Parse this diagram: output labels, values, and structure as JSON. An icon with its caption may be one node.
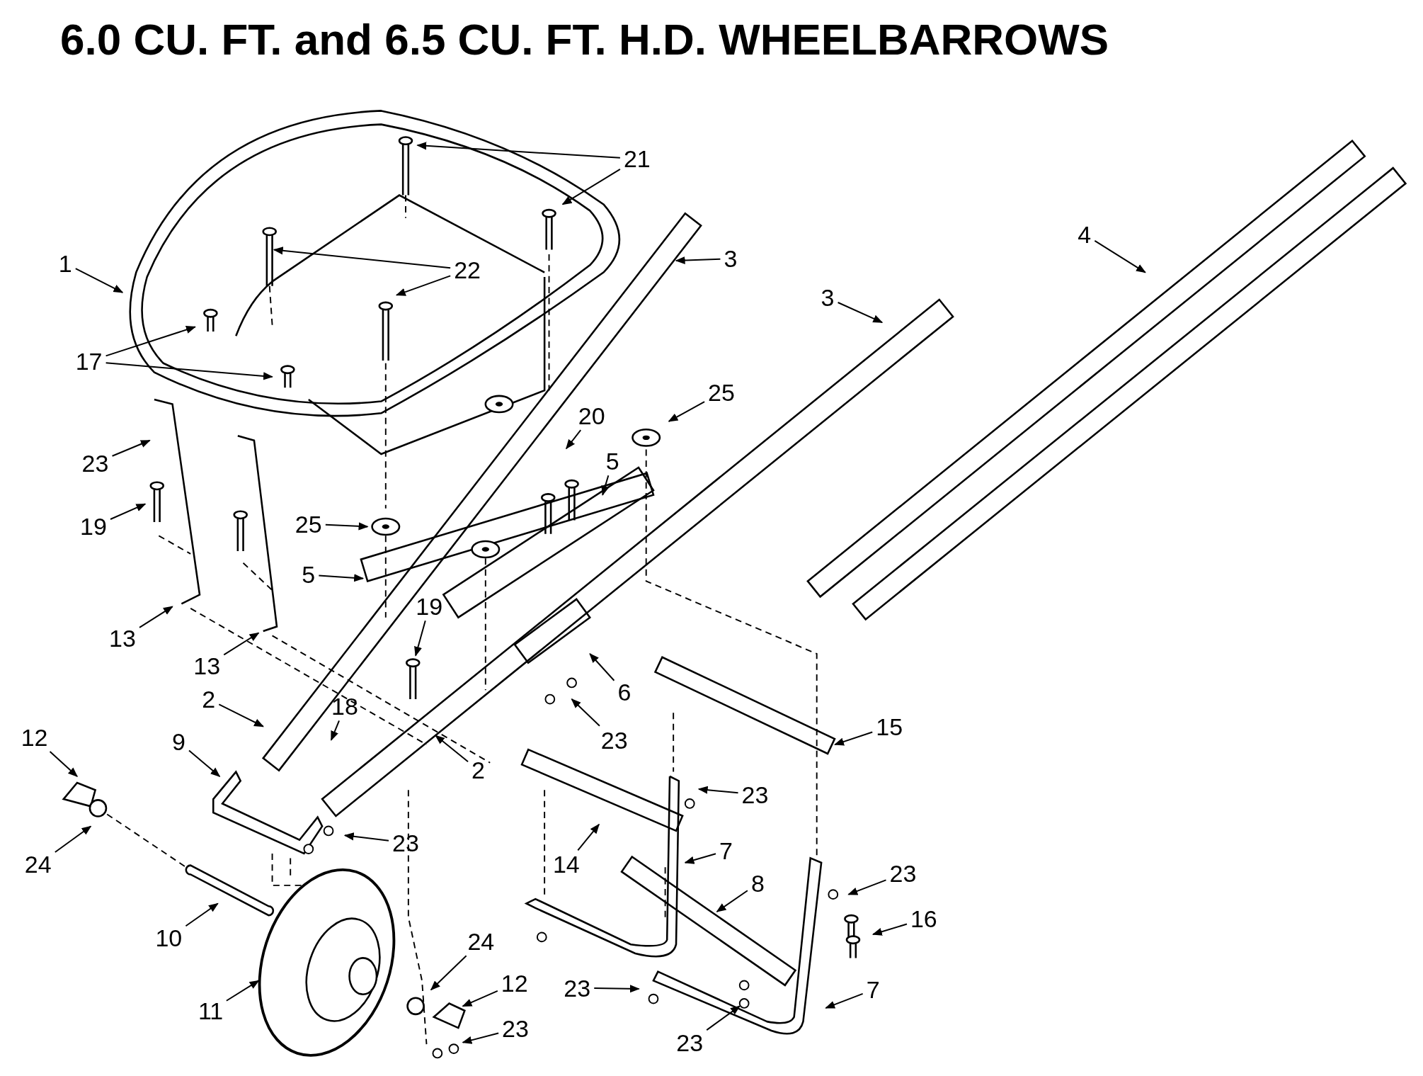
{
  "diagram": {
    "title": "6.0 CU. FT. and 6.5 CU. FT. H.D. WHEELBARROWS",
    "nodes": [
      {
        "text": [
          "21"
        ]
      },
      {
        "text": [
          "1"
        ]
      },
      {
        "text": [
          "22"
        ]
      },
      {
        "text": [
          "3"
        ]
      },
      {
        "text": [
          "3"
        ]
      },
      {
        "text": [
          "4"
        ]
      },
      {
        "text": [
          "17"
        ]
      },
      {
        "text": [
          "25"
        ]
      },
      {
        "text": [
          "20"
        ]
      },
      {
        "text": [
          "5"
        ]
      },
      {
        "text": [
          "23"
        ]
      },
      {
        "text": [
          "19"
        ]
      },
      {
        "text": [
          "25"
        ]
      },
      {
        "text": [
          "5"
        ]
      },
      {
        "text": [
          "13"
        ]
      },
      {
        "text": [
          "13"
        ]
      },
      {
        "text": [
          "19"
        ]
      },
      {
        "text": [
          "2"
        ]
      },
      {
        "text": [
          "18"
        ]
      },
      {
        "text": [
          "6"
        ]
      },
      {
        "text": [
          "23"
        ]
      },
      {
        "text": [
          "15"
        ]
      },
      {
        "text": [
          "12"
        ]
      },
      {
        "text": [
          "9"
        ]
      },
      {
        "text": [
          "2"
        ]
      },
      {
        "text": [
          "23"
        ]
      },
      {
        "text": [
          "23"
        ]
      },
      {
        "text": [
          "24"
        ]
      },
      {
        "text": [
          "14"
        ]
      },
      {
        "text": [
          "7"
        ]
      },
      {
        "text": [
          "8"
        ]
      },
      {
        "text": [
          "23"
        ]
      },
      {
        "text": [
          "16"
        ]
      },
      {
        "text": [
          "10"
        ]
      },
      {
        "text": [
          "24"
        ]
      },
      {
        "text": [
          "12"
        ]
      },
      {
        "text": [
          "23"
        ]
      },
      {
        "text": [
          "7"
        ]
      },
      {
        "text": [
          "11"
        ]
      },
      {
        "text": [
          "23"
        ]
      },
      {
        "text": [
          "23"
        ]
      }
    ],
    "edges": [
      {
        "from": 0,
        "to": null,
        "arrow": "to"
      },
      {
        "from": 0,
        "to": null,
        "arrow": "to"
      },
      {
        "from": 1,
        "to": null,
        "arrow": "to"
      },
      {
        "from": 2,
        "to": null,
        "arrow": "to"
      },
      {
        "from": 2,
        "to": null,
        "arrow": "to"
      },
      {
        "from": 3,
        "to": null,
        "arrow": "to"
      },
      {
        "from": 4,
        "to": null,
        "arrow": "to"
      },
      {
        "from": 5,
        "to": null,
        "arrow": "to"
      },
      {
        "from": 6,
        "to": null,
        "arrow": "to"
      },
      {
        "from": 6,
        "to": null,
        "arrow": "to"
      },
      {
        "from": 7,
        "to": null,
        "arrow": "to"
      },
      {
        "from": 8,
        "to": null,
        "arrow": "to"
      },
      {
        "from": 9,
        "to": null,
        "arrow": "to"
      },
      {
        "from": 10,
        "to": null,
        "arrow": "to"
      },
      {
        "from": 11,
        "to": null,
        "arrow": "to"
      },
      {
        "from": 12,
        "to": null,
        "arrow": "to"
      },
      {
        "from": 13,
        "to": null,
        "arrow": "to"
      },
      {
        "from": 14,
        "to": null,
        "arrow": "to"
      },
      {
        "from": 15,
        "to": null,
        "arrow": "to"
      },
      {
        "from": 16,
        "to": null,
        "arrow": "to"
      },
      {
        "from": 17,
        "to": null,
        "arrow": "to"
      },
      {
        "from": 18,
        "to": null,
        "arrow": "to"
      },
      {
        "from": 19,
        "to": null,
        "arrow": "to"
      },
      {
        "from": 20,
        "to": null,
        "arrow": "to"
      },
      {
        "from": 21,
        "to": null,
        "arrow": "to"
      },
      {
        "from": 22,
        "to": null,
        "arrow": "to"
      },
      {
        "from": 23,
        "to": null,
        "arrow": "to"
      },
      {
        "from": 24,
        "to": null,
        "arrow": "to"
      },
      {
        "from": 25,
        "to": null,
        "arrow": "to"
      },
      {
        "from": 26,
        "to": null,
        "arrow": "to"
      },
      {
        "from": 27,
        "to": null,
        "arrow": "to"
      },
      {
        "from": 28,
        "to": null,
        "arrow": "to"
      },
      {
        "from": 29,
        "to": null,
        "arrow": "to"
      },
      {
        "from": 30,
        "to": null,
        "arrow": "to"
      },
      {
        "from": 31,
        "to": null,
        "arrow": "to"
      },
      {
        "from": 32,
        "to": null,
        "arrow": "to"
      },
      {
        "from": 33,
        "to": null,
        "arrow": "to"
      },
      {
        "from": 34,
        "to": null,
        "arrow": "to"
      },
      {
        "from": 35,
        "to": null,
        "arrow": "to"
      },
      {
        "from": 36,
        "to": null,
        "arrow": "to"
      },
      {
        "from": 37,
        "to": null,
        "arrow": "to"
      },
      {
        "from": 38,
        "to": null,
        "arrow": "to"
      },
      {
        "from": 39,
        "to": null,
        "arrow": "to"
      },
      {
        "from": 40,
        "to": null,
        "arrow": "to"
      }
    ]
  }
}
